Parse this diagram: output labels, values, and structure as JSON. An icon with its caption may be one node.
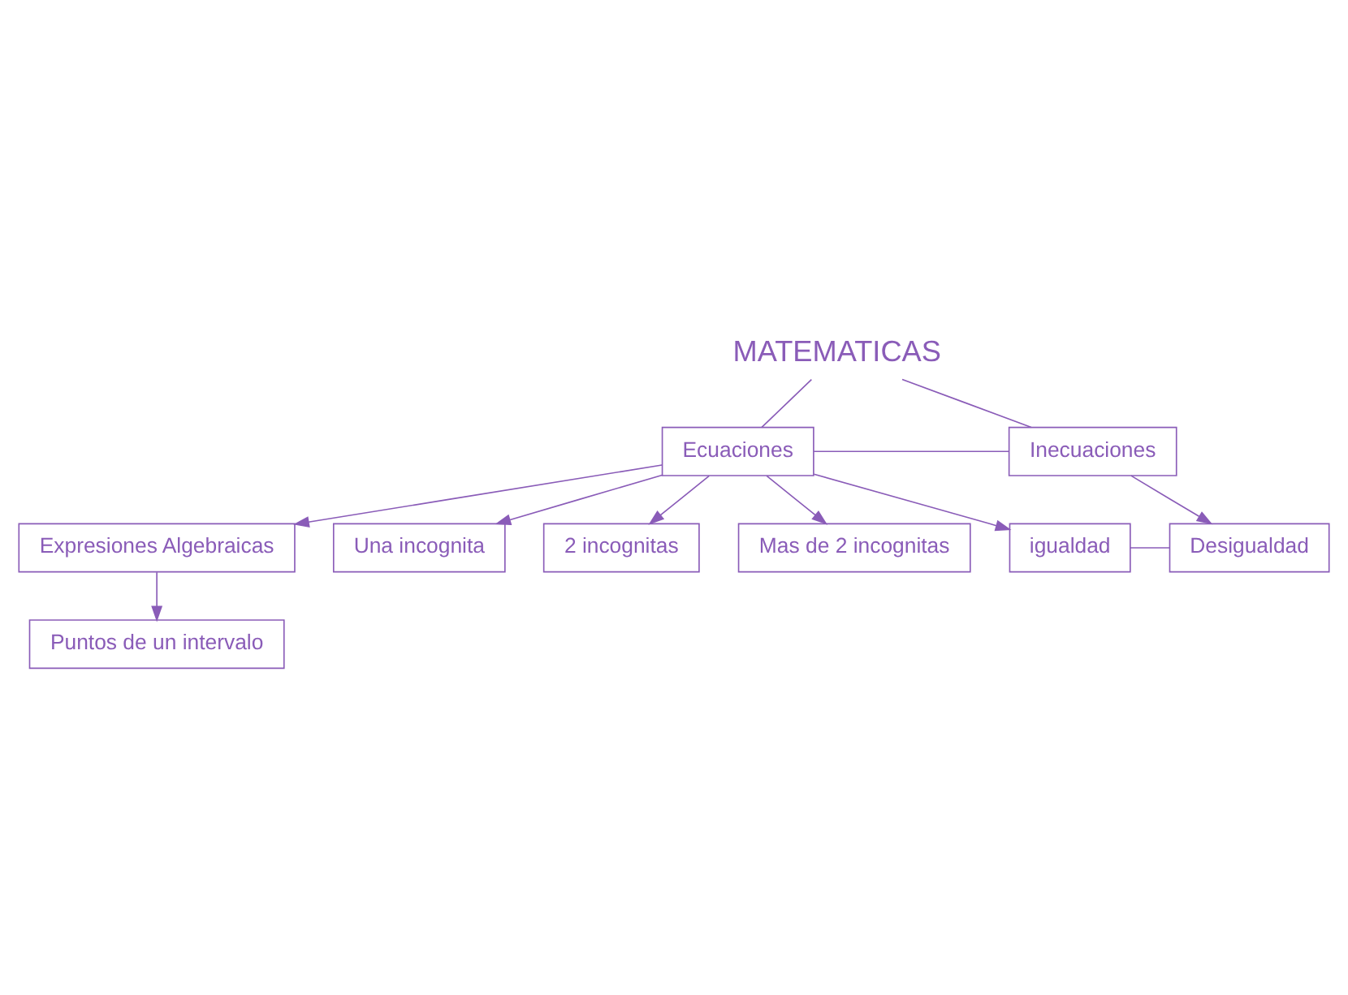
{
  "diagram": {
    "nodes": [
      {
        "text": [
          "MATEMATICAS"
        ]
      },
      {
        "text": [
          "Ecuaciones"
        ]
      },
      {
        "text": [
          "Inecuaciones"
        ]
      },
      {
        "text": [
          "Expresiones Algebraicas"
        ]
      },
      {
        "text": [
          "Puntos de un intervalo"
        ]
      },
      {
        "text": [
          "Una incognita"
        ]
      },
      {
        "text": [
          "2 incognitas"
        ]
      },
      {
        "text": [
          "Mas de 2 incognitas"
        ]
      },
      {
        "text": [
          "igualdad"
        ]
      },
      {
        "text": [
          "Desigualdad"
        ]
      }
    ],
    "edges": [
      {
        "from": 0,
        "to": 1,
        "arrow": "none"
      },
      {
        "from": 0,
        "to": 2,
        "arrow": "none"
      },
      {
        "from": 1,
        "to": 2,
        "arrow": "none"
      },
      {
        "from": 1,
        "to": 3,
        "arrow": "to"
      },
      {
        "from": 3,
        "to": 4,
        "arrow": "to"
      },
      {
        "from": 1,
        "to": 5,
        "arrow": "to"
      },
      {
        "from": 1,
        "to": 6,
        "arrow": "to"
      },
      {
        "from": 1,
        "to": 7,
        "arrow": "to"
      },
      {
        "from": 1,
        "to": 8,
        "arrow": "to"
      },
      {
        "from": 2,
        "to": 9,
        "arrow": "to"
      },
      {
        "from": 8,
        "to": 9,
        "arrow": "none"
      }
    ]
  }
}
